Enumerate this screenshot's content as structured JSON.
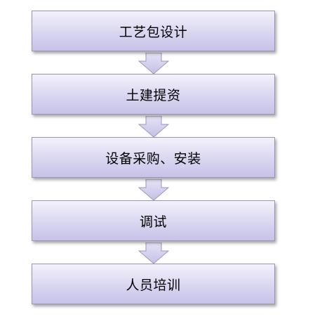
{
  "diagram": {
    "steps": [
      {
        "label": "工艺包设计"
      },
      {
        "label": "土建提资"
      },
      {
        "label": "设备采购、安装"
      },
      {
        "label": "调试"
      },
      {
        "label": "人员培训"
      }
    ],
    "colors": {
      "box_top": "#f3f2fb",
      "box_bottom": "#c7c2e8",
      "box_border": "#9a96b8",
      "arrow_fill": "#cfcbeb",
      "arrow_border": "#9a96b8"
    }
  }
}
